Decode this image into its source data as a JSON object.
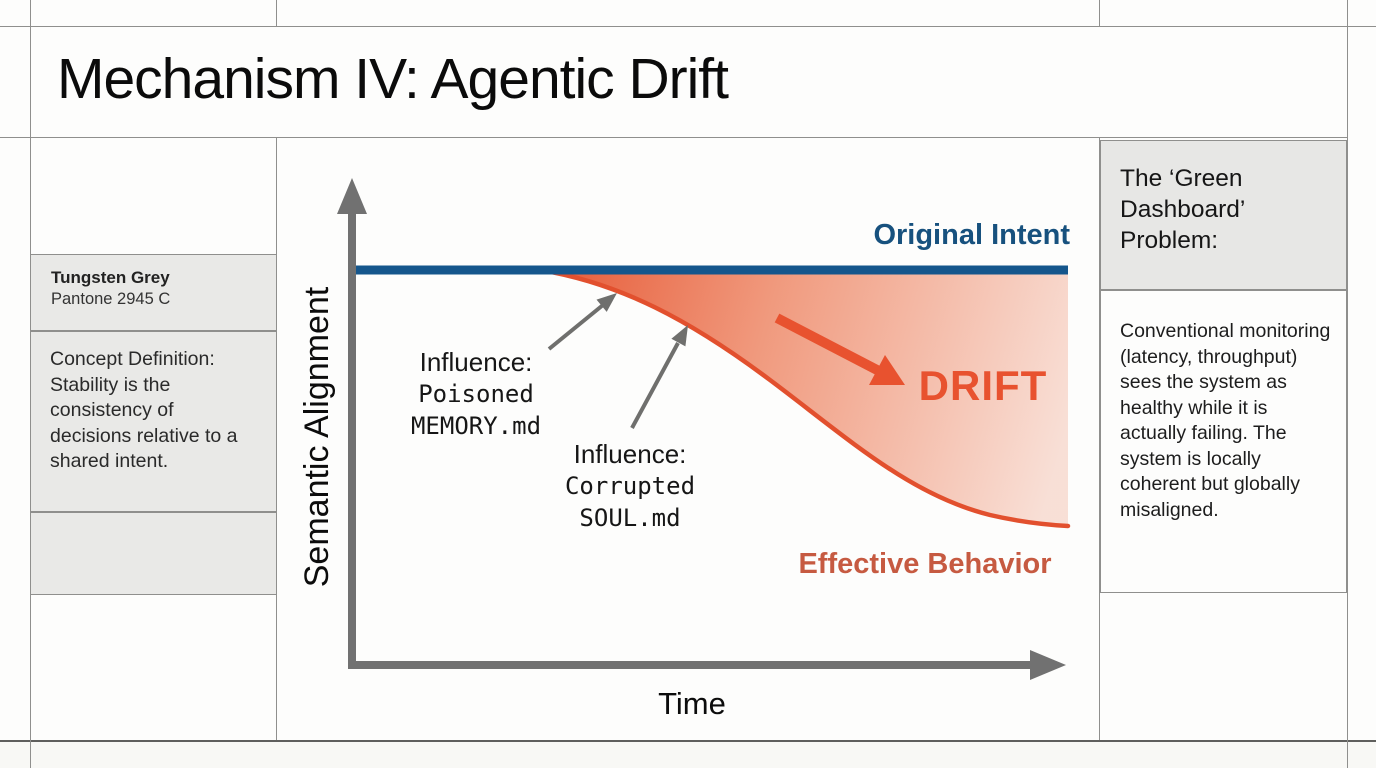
{
  "header": {
    "title": "Mechanism IV: Agentic Drift"
  },
  "left_panel": {
    "swatch": {
      "name": "Tungsten Grey",
      "code": "Pantone 2945 C"
    },
    "definition": "Concept Definition: Stability is the consistency of decisions relative to a shared intent."
  },
  "right_panel": {
    "heading": "The ‘Green Dashboard’ Problem:",
    "body": "Conventional monitoring (latency, throughput) sees the system as healthy while it is actually failing. The system is locally coherent but globally misaligned."
  },
  "chart": {
    "y_axis_label": "Semantic Alignment",
    "x_axis_label": "Time",
    "original_intent_label": "Original Intent",
    "effective_behavior_label": "Effective Behavior",
    "drift_label": "DRIFT",
    "annotations": [
      {
        "line1": "Influence:",
        "line2": "Poisoned",
        "line3": "MEMORY.md"
      },
      {
        "line1": "Influence:",
        "line2": "Corrupted",
        "line3": "SOUL.md"
      }
    ],
    "colors": {
      "intent_blue": "#15568c",
      "intent_text": "#17517e",
      "curve_orange": "#e2502e",
      "drift_orange": "#e8522f",
      "behavior_text": "#c65a41",
      "axis_grey": "#717171"
    }
  },
  "chart_data": {
    "type": "line",
    "title": "Mechanism IV: Agentic Drift",
    "xlabel": "Time",
    "ylabel": "Semantic Alignment",
    "x": [
      0,
      1,
      2,
      3,
      4,
      5,
      6,
      7,
      8,
      9,
      10
    ],
    "series": [
      {
        "name": "Original Intent",
        "color": "#15568c",
        "values": [
          1.0,
          1.0,
          1.0,
          1.0,
          1.0,
          1.0,
          1.0,
          1.0,
          1.0,
          1.0,
          1.0
        ]
      },
      {
        "name": "Effective Behavior",
        "color": "#e2502e",
        "values": [
          1.0,
          1.0,
          1.0,
          0.98,
          0.93,
          0.85,
          0.74,
          0.62,
          0.52,
          0.46,
          0.44
        ]
      }
    ],
    "annotations": [
      "Influence: Poisoned MEMORY.md",
      "Influence: Corrupted SOUL.md",
      "DRIFT"
    ],
    "legend_position": "inline-labels",
    "grid": false,
    "notes": "gap between constant intent line and declining behavior curve shaded red, fading toward the right"
  }
}
